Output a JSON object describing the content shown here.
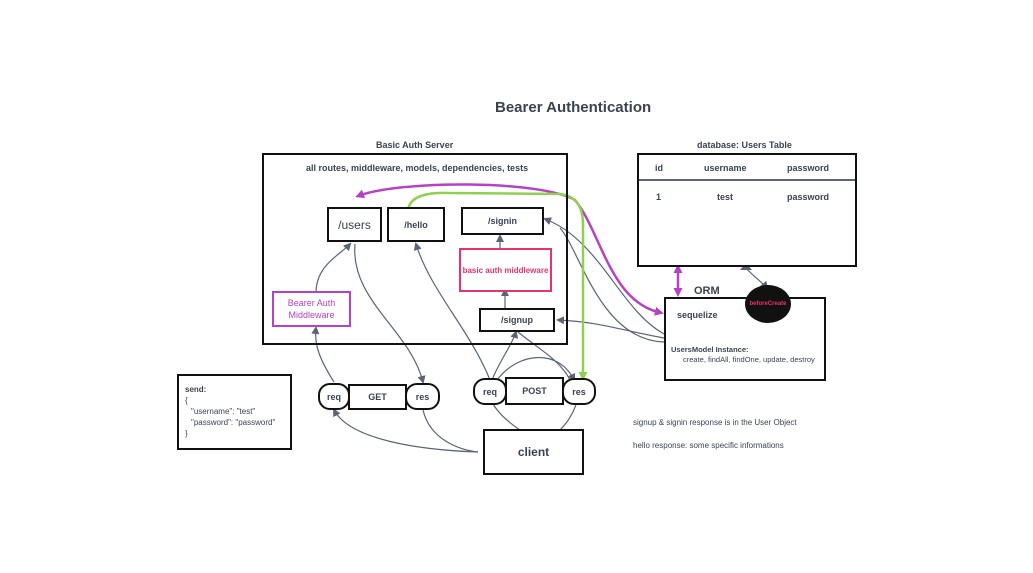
{
  "title": "Bearer Authentication",
  "server": {
    "label": "Basic Auth Server",
    "subtitle": "all routes, middleware, models, dependencies, tests",
    "routes": {
      "users": "/users",
      "hello": "/hello",
      "signin": "/signin",
      "signup": "/signup"
    },
    "basic_auth": "basic auth middleware",
    "bearer_auth_line1": "Bearer Auth",
    "bearer_auth_line2": "Middleware"
  },
  "database": {
    "label": "database: Users Table",
    "headers": [
      "id",
      "username",
      "password"
    ],
    "row": [
      "1",
      "test",
      "password"
    ]
  },
  "orm": {
    "label": "ORM",
    "sequelize": "sequelize",
    "hook": "beforeCreate",
    "instance_title": "UsersModel Instance:",
    "instance_methods": "create, findAll, findOne, update, destroy"
  },
  "client": {
    "label": "client",
    "get": {
      "req": "req",
      "method": "GET",
      "res": "res"
    },
    "post": {
      "req": "req",
      "method": "POST",
      "res": "res"
    }
  },
  "send_box": {
    "title": "send:",
    "open": "{",
    "line1": "\"username\": \"test\"",
    "line2": "\"password\": \"password\"",
    "close": "}"
  },
  "notes": {
    "note1": "signup & signin response is in the User Object",
    "note2": "hello response: some specific informations"
  },
  "colors": {
    "wire": "#5a6378",
    "purple": "#b542c4",
    "green": "#8fd14f",
    "pink": "#e8336a",
    "black": "#111111"
  }
}
